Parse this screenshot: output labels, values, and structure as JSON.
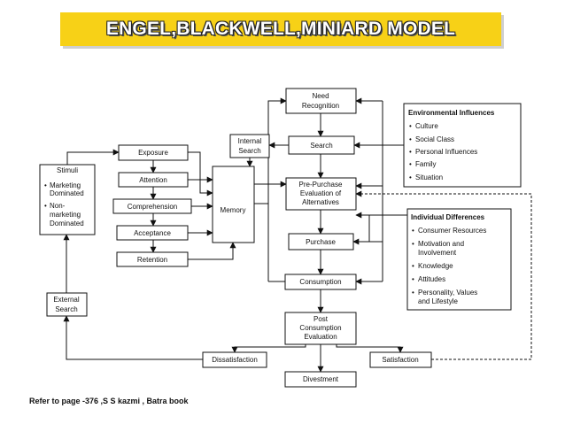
{
  "title": "ENGEL,BLACKWELL,MINIARD MODEL",
  "footnote": "Refer to page -376 ,S S kazmi , Batra book",
  "nodes": {
    "need_recognition": [
      "Need",
      "Recognition"
    ],
    "internal_search": [
      "Internal",
      "Search"
    ],
    "search": "Search",
    "pre_purchase": [
      "Pre-Purchase",
      "Evaluation of",
      "Alternatives"
    ],
    "purchase": "Purchase",
    "consumption": "Consumption",
    "post_consumption": [
      "Post",
      "Consumption",
      "Evaluation"
    ],
    "divestment": "Divestment",
    "dissatisfaction": "Dissatisfaction",
    "satisfaction": "Satisfaction",
    "exposure": "Exposure",
    "attention": "Attention",
    "comprehension": "Comprehension",
    "acceptance": "Acceptance",
    "retention": "Retention",
    "memory": "Memory",
    "stimuli": {
      "title": "Stimuli",
      "items": [
        [
          "Marketing",
          "Dominated"
        ],
        [
          "Non-",
          "marketing",
          "Dominated"
        ]
      ]
    },
    "external_search": [
      "External",
      "Search"
    ]
  },
  "environmental": {
    "title": "Environmental Influences",
    "items": [
      "Culture",
      "Social Class",
      "Personal Influences",
      "Family",
      "Situation"
    ]
  },
  "individual": {
    "title": "Individual Differences",
    "items": [
      [
        "Consumer Resources"
      ],
      [
        "Motivation and",
        "Involvement"
      ],
      [
        "Knowledge"
      ],
      [
        "Attitudes"
      ],
      [
        "Personality, Values",
        "and Lifestyle"
      ]
    ]
  }
}
